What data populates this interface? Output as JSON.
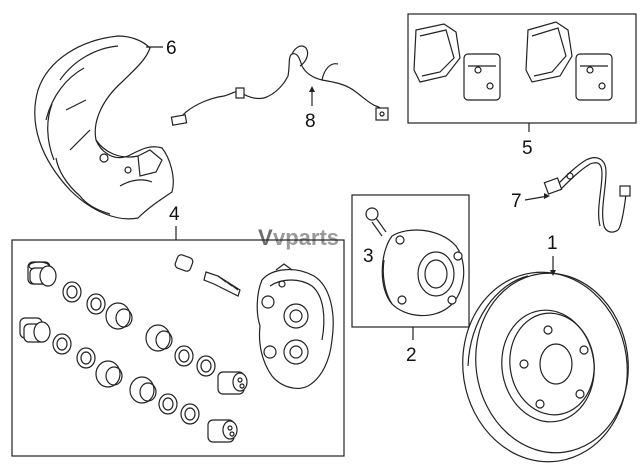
{
  "callouts": {
    "c1": "1",
    "c2": "2",
    "c3": "3",
    "c4": "4",
    "c5": "5",
    "c6": "6",
    "c7": "7",
    "c8": "8"
  },
  "watermark": {
    "mark": "V",
    "text": "vparts"
  },
  "colors": {
    "line": "#222222",
    "watermark": "#9a9a9a",
    "background": "#ffffff"
  }
}
